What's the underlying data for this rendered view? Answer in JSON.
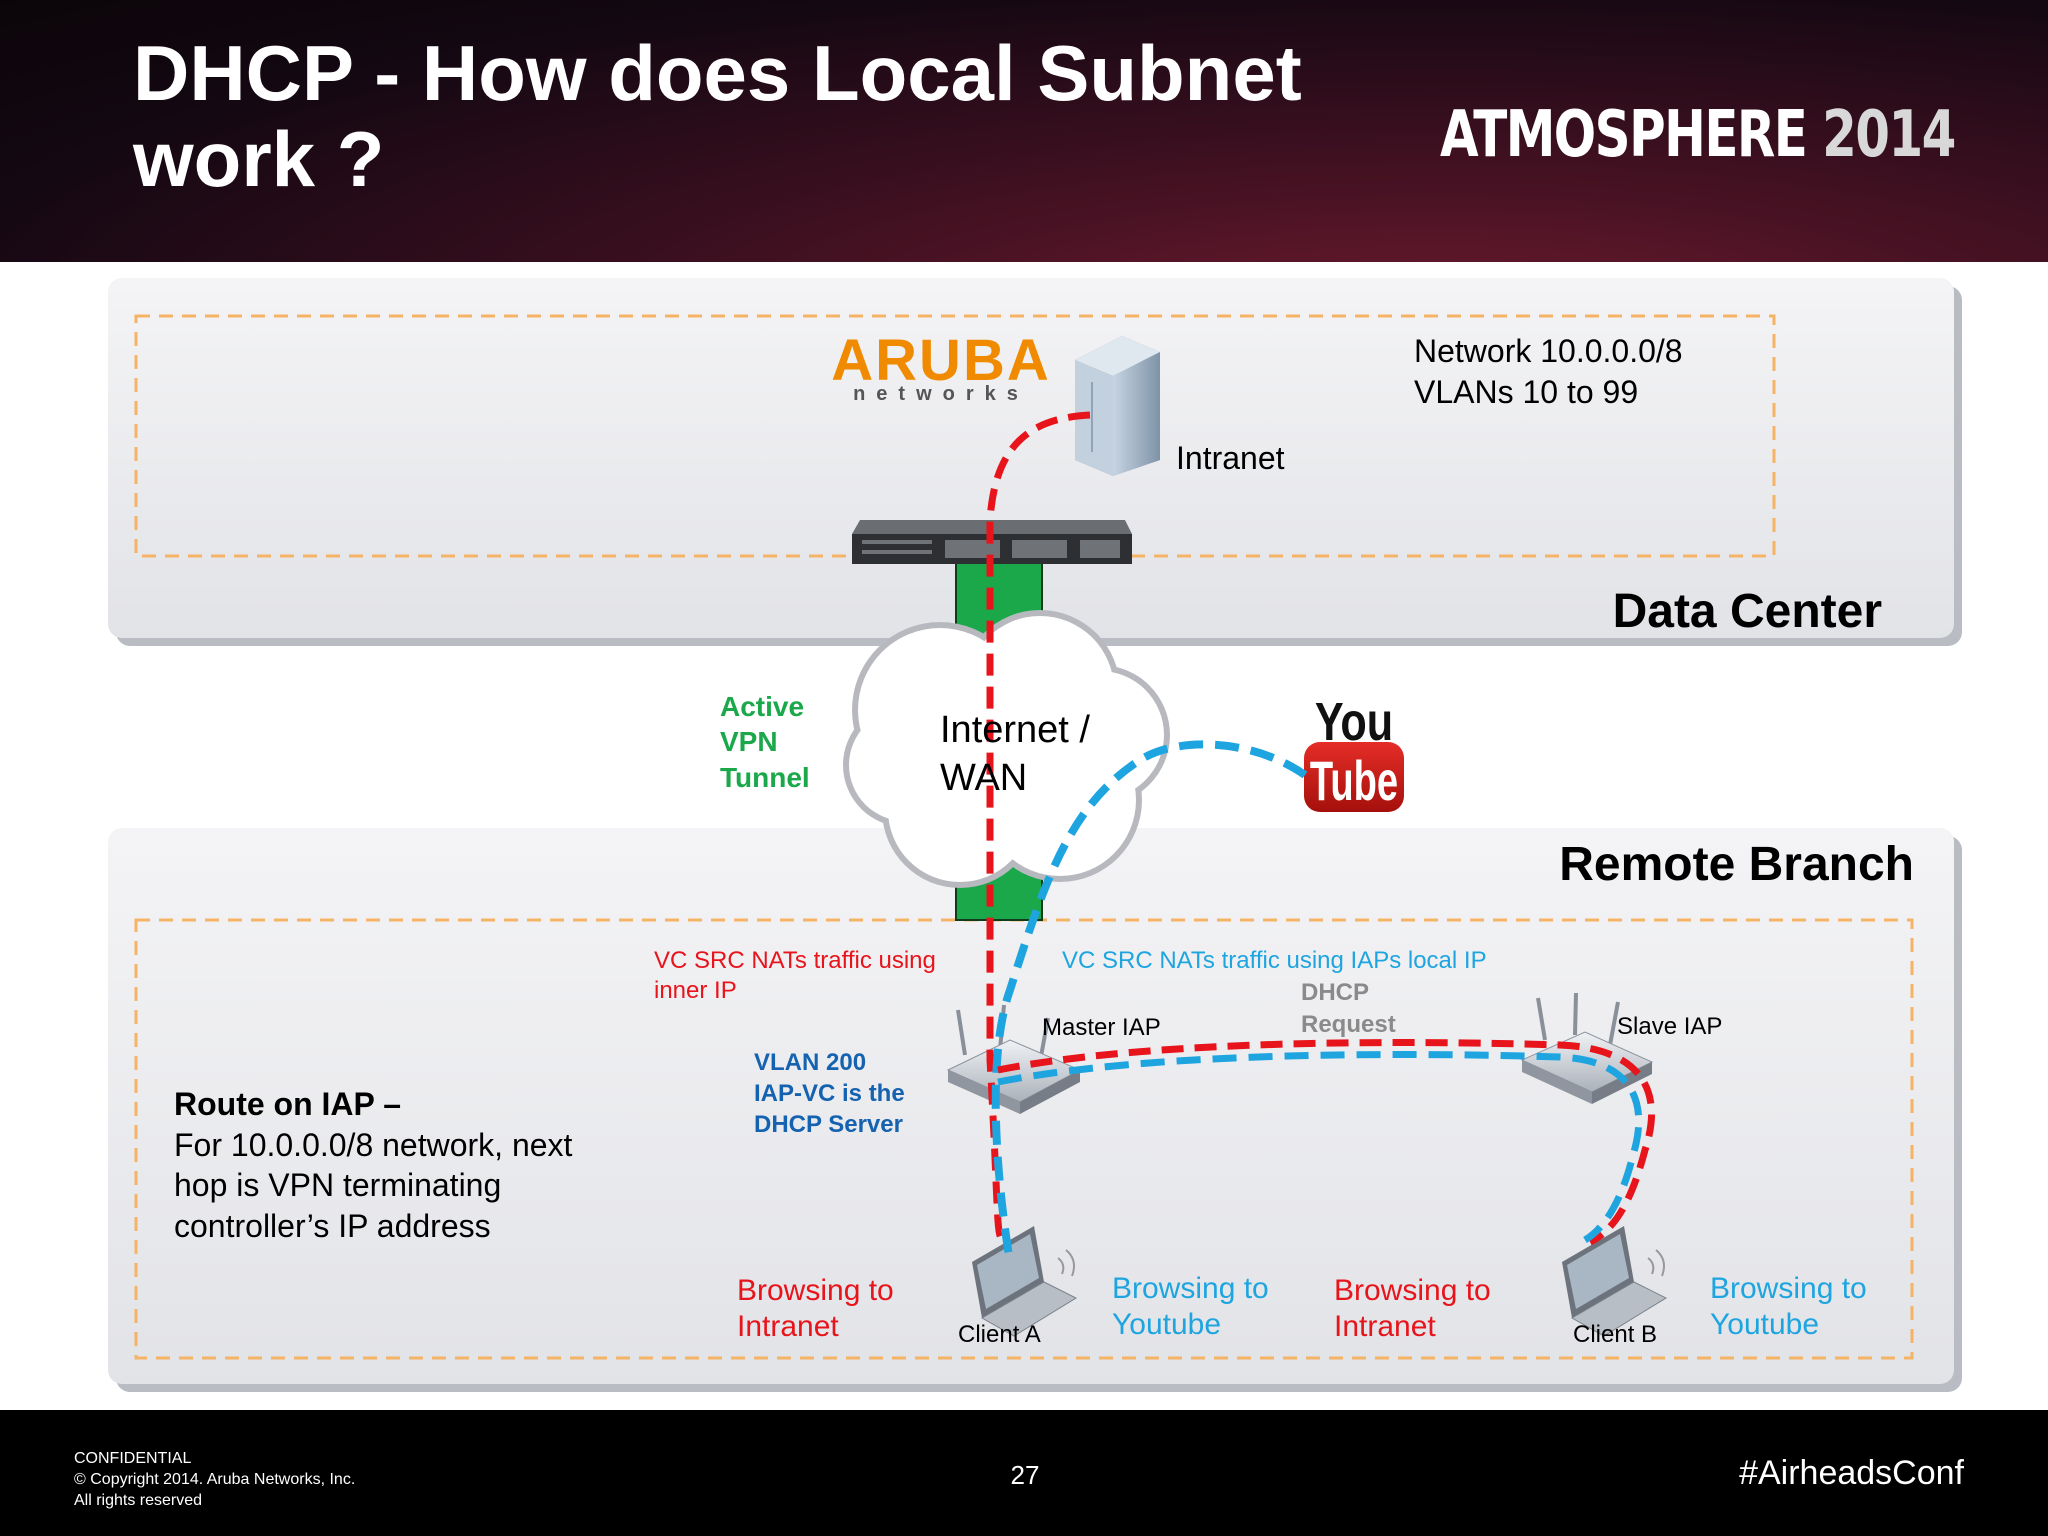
{
  "slide": {
    "title_line1": "DHCP - How does Local Subnet",
    "title_line2": "work ?",
    "brand_name": "ATMOSPHERE",
    "brand_year": "2014"
  },
  "diagram": {
    "datacenter_label": "Data Center",
    "branch_label": "Remote Branch",
    "aruba_logo": "ARUBA",
    "aruba_logo_sub": "networks",
    "network_line1": "Network 10.0.0.0/8",
    "network_line2": "VLANs 10 to 99",
    "intranet_label": "Intranet",
    "cloud_line1": "Internet /",
    "cloud_line2": "WAN",
    "vpn_line1": "Active",
    "vpn_line2": "VPN",
    "vpn_line3": "Tunnel",
    "youtube_line1": "You",
    "youtube_line2": "Tube",
    "red_nat_line1": "VC SRC NATs traffic  using",
    "red_nat_line2": "inner IP",
    "blue_nat": "VC SRC NATs traffic using IAPs local IP",
    "dhcp_line1": "DHCP",
    "dhcp_line2": "Request",
    "master_iap": "Master IAP",
    "slave_iap": "Slave IAP",
    "vlan_line1": "VLAN 200",
    "vlan_line2": "IAP-VC is the",
    "vlan_line3": "DHCP Server",
    "route_title": "Route on IAP –",
    "route_line1": "For  10.0.0.0/8 network, next",
    "route_line2": "hop is VPN terminating",
    "route_line3": "controller’s IP address",
    "client_a": "Client A",
    "client_b": "Client B",
    "browse_intranet_1": "Browsing to",
    "browse_intranet_2": "Intranet",
    "browse_youtube_1": "Browsing to",
    "browse_youtube_2": "Youtube",
    "colors": {
      "intranet_path": "#e8141b",
      "youtube_path": "#1ea5e0",
      "vpn_tunnel": "#1aa84a",
      "dashed_frame": "#f5b366",
      "vlan_text": "#1563b0",
      "dhcp_text": "#8a8a8a"
    }
  },
  "footer": {
    "confidential": "CONFIDENTIAL",
    "copyright": "© Copyright 2014. Aruba Networks, Inc.",
    "rights": "All rights reserved",
    "page_number": "27",
    "hashtag": "#AirheadsConf"
  }
}
